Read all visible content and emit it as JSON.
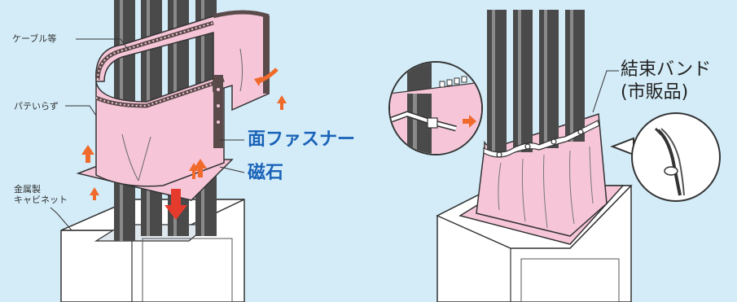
{
  "labels": {
    "cable": "ケーブル等",
    "putty": "パテいらず",
    "cabinet": "金属製\nキャビネット",
    "velcro": "面ファスナー",
    "magnet": "磁石",
    "cable_tie": "結束バンド\n(市販品)"
  },
  "colors": {
    "background": "#d3ecf8",
    "sheet_pink": "#f6c6d8",
    "cable_gray": "#4a4a4a",
    "arrow_orange": "#f06a2b",
    "arrow_red": "#e53b2c",
    "accent_blue": "#1a63b8",
    "magnet_strip": "#5a4a4a"
  },
  "icons": [
    "arrow-up-icon",
    "arrow-down-icon",
    "arrow-right-icon",
    "magnify-circle-icon"
  ]
}
